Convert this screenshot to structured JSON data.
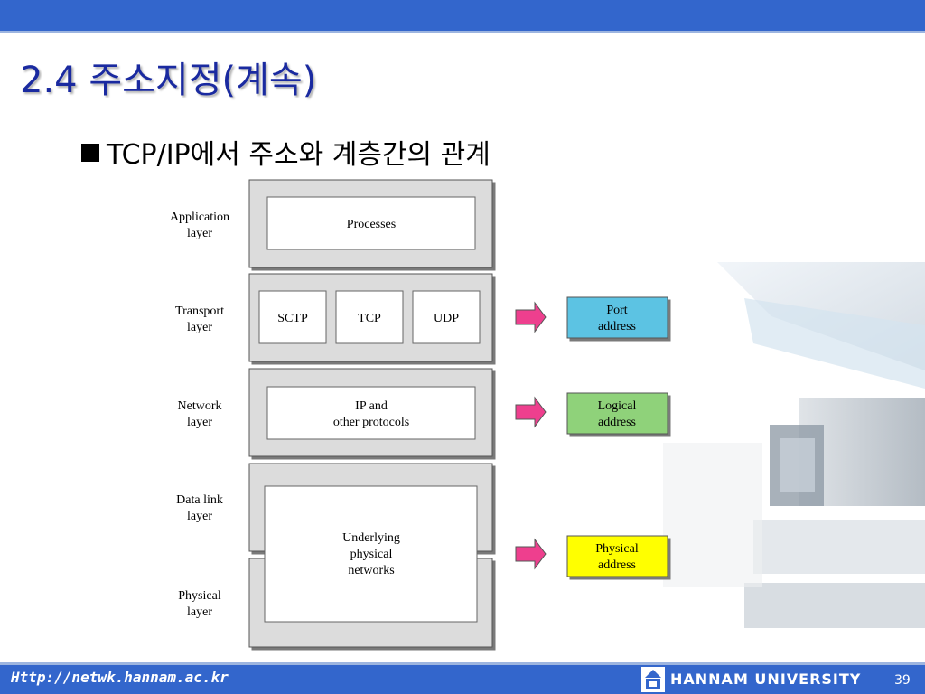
{
  "slide": {
    "title": "2.4 주소지정(계속)",
    "bullet": "TCP/IP에서 주소와 계층간의 관계"
  },
  "diagram": {
    "layers": [
      {
        "line1": "Application",
        "line2": "layer"
      },
      {
        "line1": "Transport",
        "line2": "layer"
      },
      {
        "line1": "Network",
        "line2": "layer"
      },
      {
        "line1": "Data link",
        "line2": "layer"
      },
      {
        "line1": "Physical",
        "line2": "layer"
      }
    ],
    "boxes": {
      "processes": "Processes",
      "sctp": "SCTP",
      "tcp": "TCP",
      "udp": "UDP",
      "ip_line1": "IP and",
      "ip_line2": "other protocols",
      "underlying_line1": "Underlying",
      "underlying_line2": "physical",
      "underlying_line3": "networks"
    },
    "addresses": [
      {
        "line1": "Port",
        "line2": "address",
        "color": "#5bc3e3"
      },
      {
        "line1": "Logical",
        "line2": "address",
        "color": "#8fd27a"
      },
      {
        "line1": "Physical",
        "line2": "address",
        "color": "#ffff00"
      }
    ],
    "arrow_color": "#ee3f8e"
  },
  "footer": {
    "url": "Http://netwk.hannam.ac.kr",
    "university": "HANNAM UNIVERSITY",
    "page": "39"
  },
  "colors": {
    "bar": "#3366cc",
    "title": "#1a2aa0",
    "layer_fill": "#dcdcdc"
  }
}
